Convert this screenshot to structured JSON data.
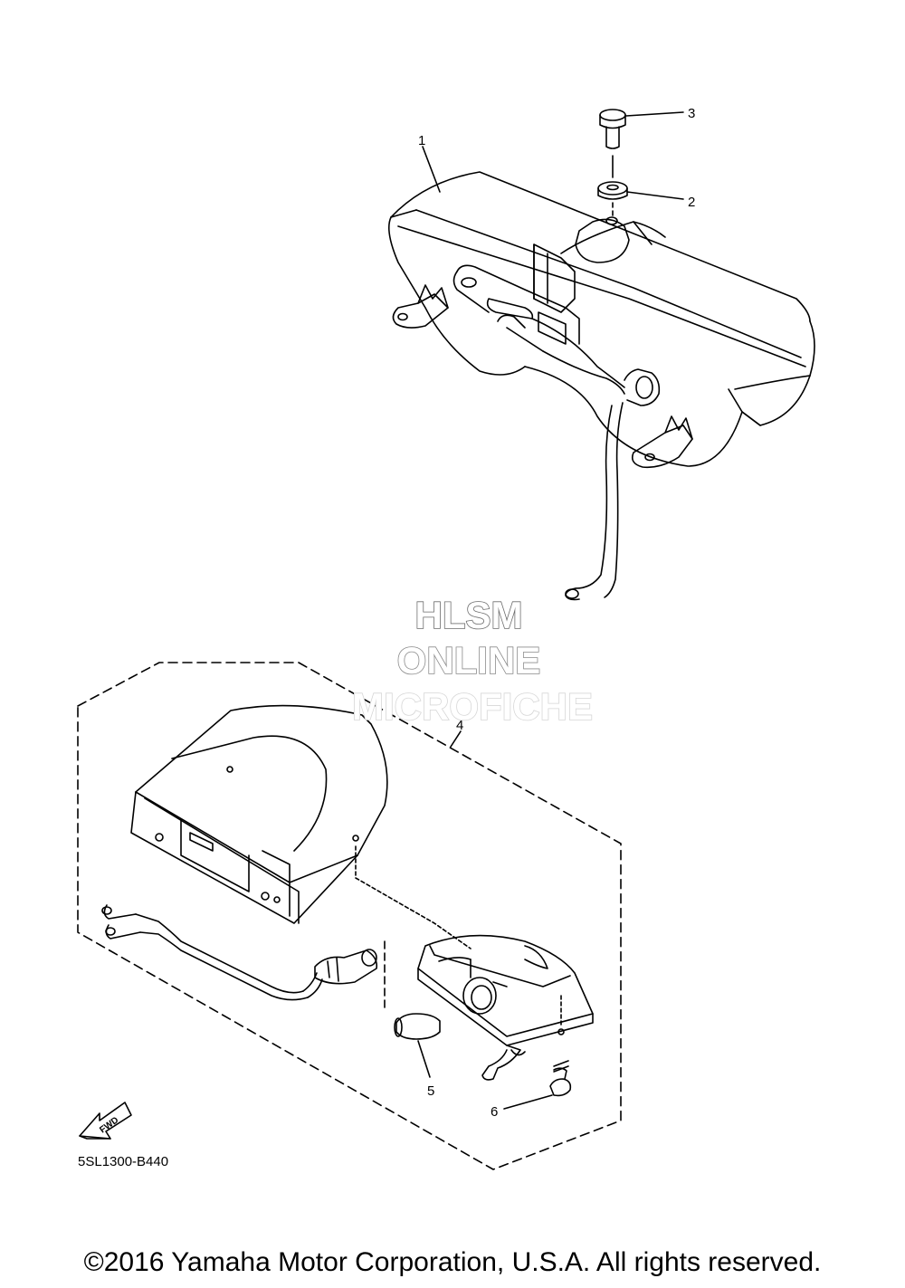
{
  "callouts": {
    "c1": "1",
    "c2": "2",
    "c3": "3",
    "c4": "4",
    "c5": "5",
    "c6": "6"
  },
  "fwd_label": "FWD",
  "diagram_code": "5SL1300-B440",
  "watermark": {
    "line1": "HLSM",
    "line2": "ONLINE",
    "line3": "MICROFICHE",
    "colors": {
      "line1": "#6b6b6b",
      "line2": "#8a8a8a",
      "line3": "#d6d6d6"
    }
  },
  "copyright": "©2016 Yamaha Motor Corporation, U.S.A. All rights reserved."
}
